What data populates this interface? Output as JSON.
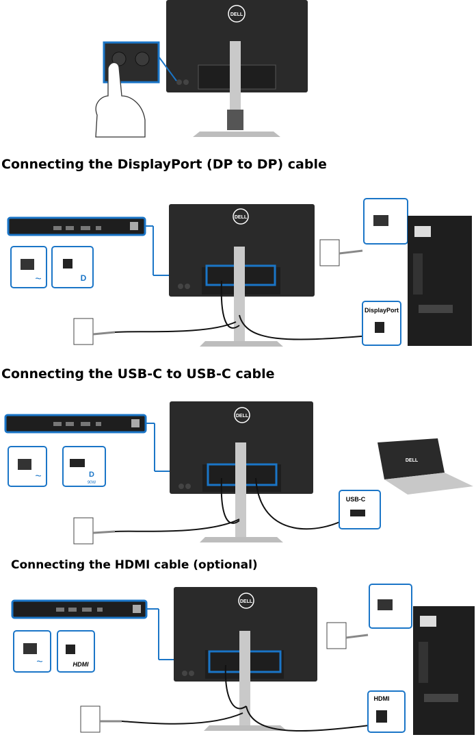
{
  "sections": [
    {
      "heading": "Connecting the DisplayPort (DP to DP) cable",
      "cable_label": "DisplayPort",
      "port_glyph": "D"
    },
    {
      "heading": "Connecting the USB-C to USB-C cable",
      "cable_label": "USB-C",
      "port_glyph": "D",
      "power_note": "90W"
    },
    {
      "heading": "Connecting the HDMI cable (optional)",
      "cable_label": "HDMI",
      "port_glyph": "HDMI"
    }
  ],
  "brand": {
    "logo_text": "DELL",
    "accent": "#1a75c7"
  },
  "power_symbol": "~"
}
